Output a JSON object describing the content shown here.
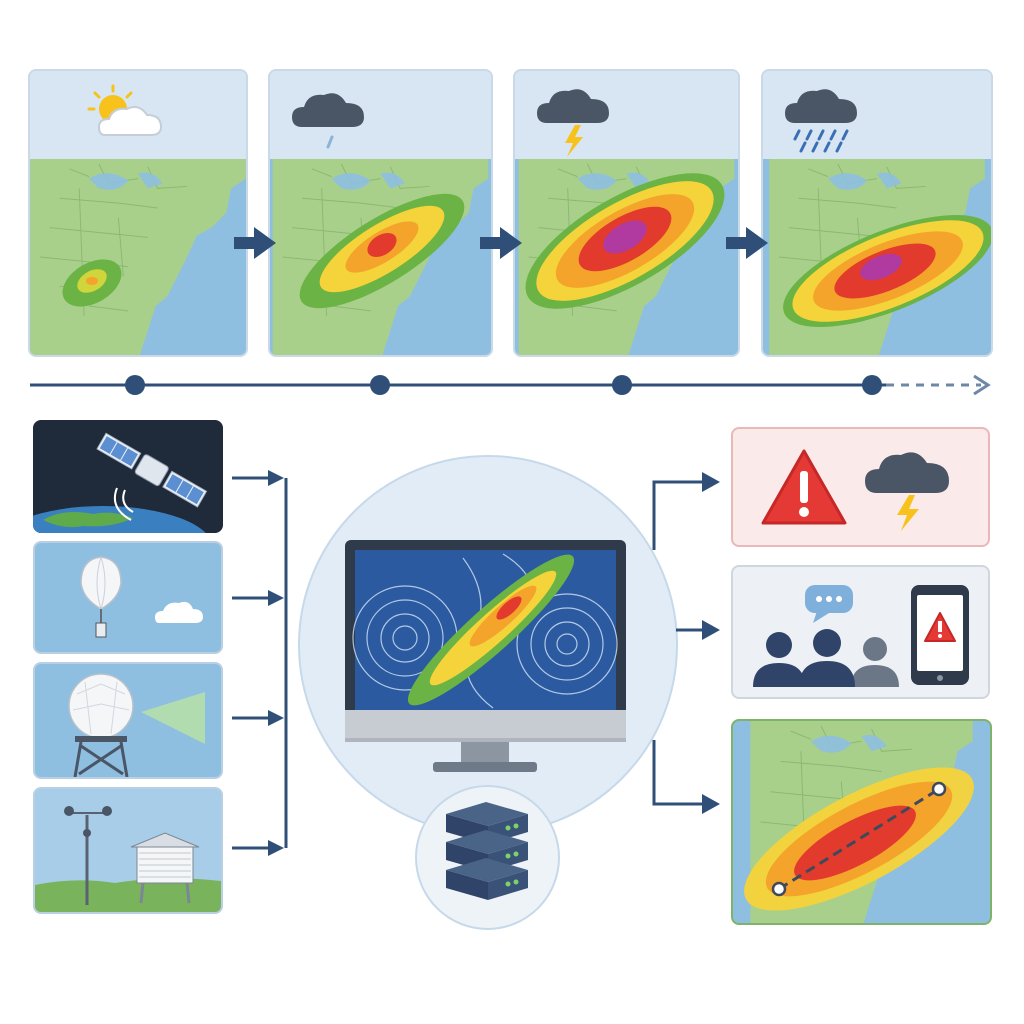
{
  "diagram": {
    "timeline_stages": [
      {
        "id": "stage-1",
        "weather_icon": "sun-cloud-icon",
        "intensity": 0.15
      },
      {
        "id": "stage-2",
        "weather_icon": "light-rain-cloud-icon",
        "intensity": 0.5
      },
      {
        "id": "stage-3",
        "weather_icon": "thunderstorm-cloud-icon",
        "intensity": 0.85
      },
      {
        "id": "stage-4",
        "weather_icon": "heavy-rain-cloud-icon",
        "intensity": 0.8
      }
    ],
    "data_sources": [
      {
        "id": "satellite",
        "icon": "satellite-icon"
      },
      {
        "id": "weather-balloon",
        "icon": "weather-balloon-icon"
      },
      {
        "id": "radar",
        "icon": "radar-dome-icon"
      },
      {
        "id": "ground-station",
        "icon": "weather-station-icon"
      }
    ],
    "processing": {
      "monitor_icon": "monitor-icon",
      "server_icon": "server-stack-icon"
    },
    "outputs": [
      {
        "id": "severe-alert",
        "icons": [
          "warning-triangle-icon",
          "thunderstorm-cloud-icon"
        ]
      },
      {
        "id": "public-notice",
        "icons": [
          "people-icon",
          "chat-bubble-icon",
          "smartphone-alert-icon"
        ]
      },
      {
        "id": "forecast-track-map",
        "icons": [
          "storm-track-map-icon"
        ]
      }
    ]
  },
  "colors": {
    "arrow": "#2f4f78",
    "land": "#a9d08b",
    "water": "#8ebfe0",
    "storm_green": "#6bb344",
    "storm_yellow": "#f5d33a",
    "storm_orange": "#f4a42b",
    "storm_red": "#e23a2c",
    "storm_purple": "#b03aa0",
    "alert_red": "#e53935",
    "bolt_yellow": "#f7c21b"
  }
}
